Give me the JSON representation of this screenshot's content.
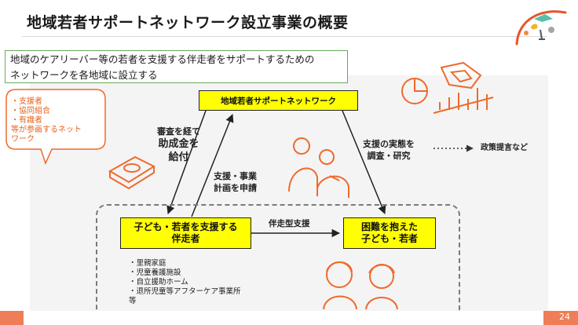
{
  "title": "地域若者サポートネットワーク設立事業の概要",
  "intro": {
    "line1": "地域のケアリーバー等の若者を支援する伴走者をサポートするための",
    "line2": "ネットワークを各地域に設立する"
  },
  "callout": {
    "lines": [
      "・支援者",
      "・協同組合",
      "・有識者",
      "等が参画するネット",
      "ワーク"
    ]
  },
  "network_box": {
    "label": "地域若者サポートネットワーク"
  },
  "supporter_box": {
    "line1": "子ども・若者を支援する",
    "line2": "伴走者"
  },
  "target_box": {
    "line1": "困難を抱えた",
    "line2": "子ども・若者"
  },
  "labels": {
    "subsidy": [
      "審査を経て",
      "助成金を",
      "給付"
    ],
    "apply": [
      "支援・事業",
      "計画を申請"
    ],
    "survey": [
      "支援の実態を",
      "調査・研究"
    ],
    "accompany": "伴走型支援",
    "policy": "政策提言など"
  },
  "org_list": [
    "・里親家庭",
    "・児童養護施設",
    "・自立援助ホーム",
    "・退所児童等アフターケア事業所",
    "等"
  ],
  "page_number": "24",
  "colors": {
    "accent_orange": "#e8621c",
    "box_yellow": "#ffff00",
    "intro_border": "#6aaa5a",
    "footer": "#ef7d58"
  }
}
